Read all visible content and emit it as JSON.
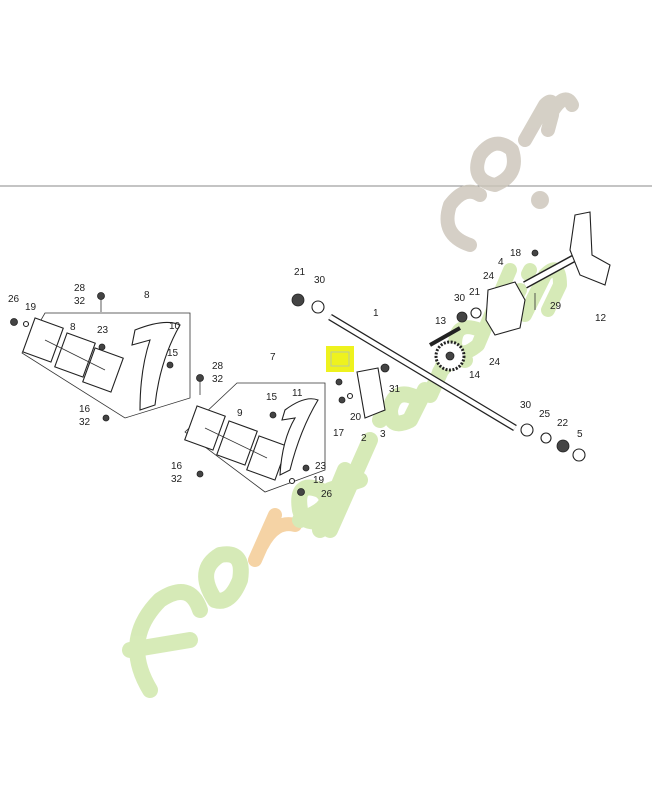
{
  "watermark": {
    "text_main": "foretjardin",
    "text_suffix": ".com",
    "color_main": "#cde6a6",
    "color_suffix": "#cbc4b8",
    "color_accent": "#f3c98f"
  },
  "highlight_color": "#eef21e",
  "labels": {
    "l26a": "26",
    "l19a": "19",
    "l28a": "28",
    "l32a": "32",
    "l8a": "8",
    "l8b": "8",
    "l23a": "23",
    "l10": "10",
    "l15a": "15",
    "l28b": "28",
    "l32b": "32",
    "l16a": "16",
    "l32c": "32",
    "l7": "7",
    "l15b": "15",
    "l11": "11",
    "l9": "9",
    "l16b": "16",
    "l32d": "32",
    "l23b": "23",
    "l19b": "19",
    "l26b": "26",
    "l21a": "21",
    "l30a": "30",
    "l1": "1",
    "l13": "13",
    "l30b": "30",
    "l21b": "21",
    "l24a": "24",
    "l4": "4",
    "l18": "18",
    "l29": "29",
    "l12": "12",
    "l24b": "24",
    "l14": "14",
    "l31": "31",
    "l20": "20",
    "l17": "17",
    "l2": "2",
    "l3": "3",
    "l30c": "30",
    "l25": "25",
    "l22": "22",
    "l5": "5"
  }
}
